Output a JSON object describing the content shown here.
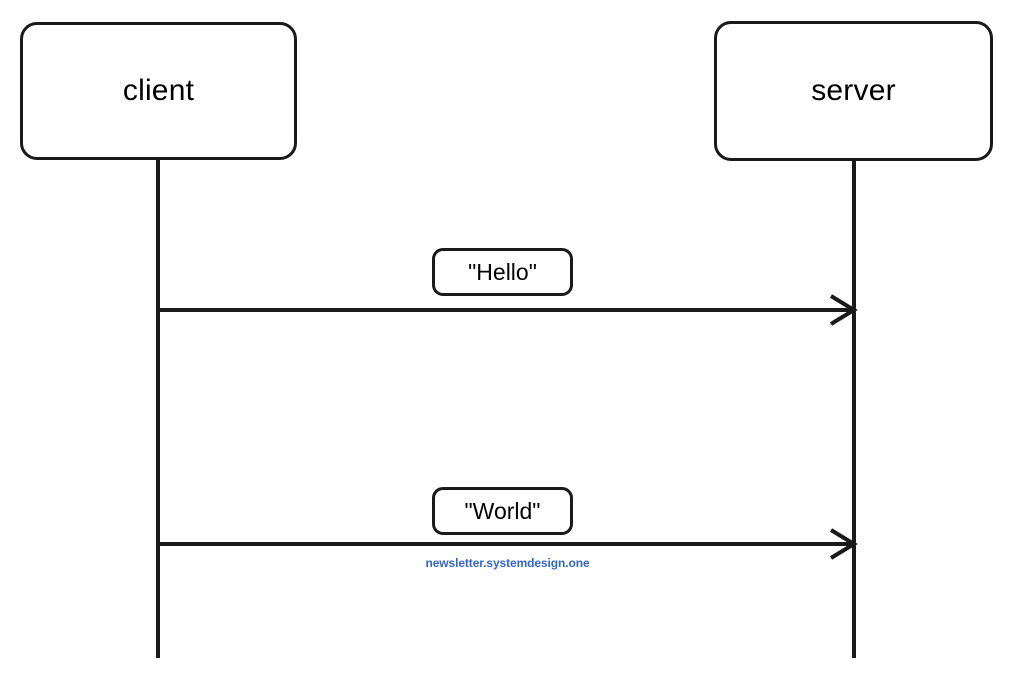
{
  "diagram": {
    "type": "sequence-diagram",
    "title": "",
    "background_color": "#ffffff",
    "stroke_color": "#1a1a1a",
    "participants": [
      {
        "id": "client",
        "label": "client"
      },
      {
        "id": "server",
        "label": "server"
      }
    ],
    "messages": [
      {
        "index": 1,
        "label": "\"Hello\"",
        "from": "client",
        "to": "server",
        "direction": "right",
        "arrowhead": "open-chevron"
      },
      {
        "index": 2,
        "label": "\"World\"",
        "from": "client",
        "to": "server",
        "direction": "right",
        "arrowhead": "open-chevron"
      }
    ],
    "watermark": {
      "text": "newsletter.systemdesign.one",
      "color": "#3366cc"
    }
  }
}
